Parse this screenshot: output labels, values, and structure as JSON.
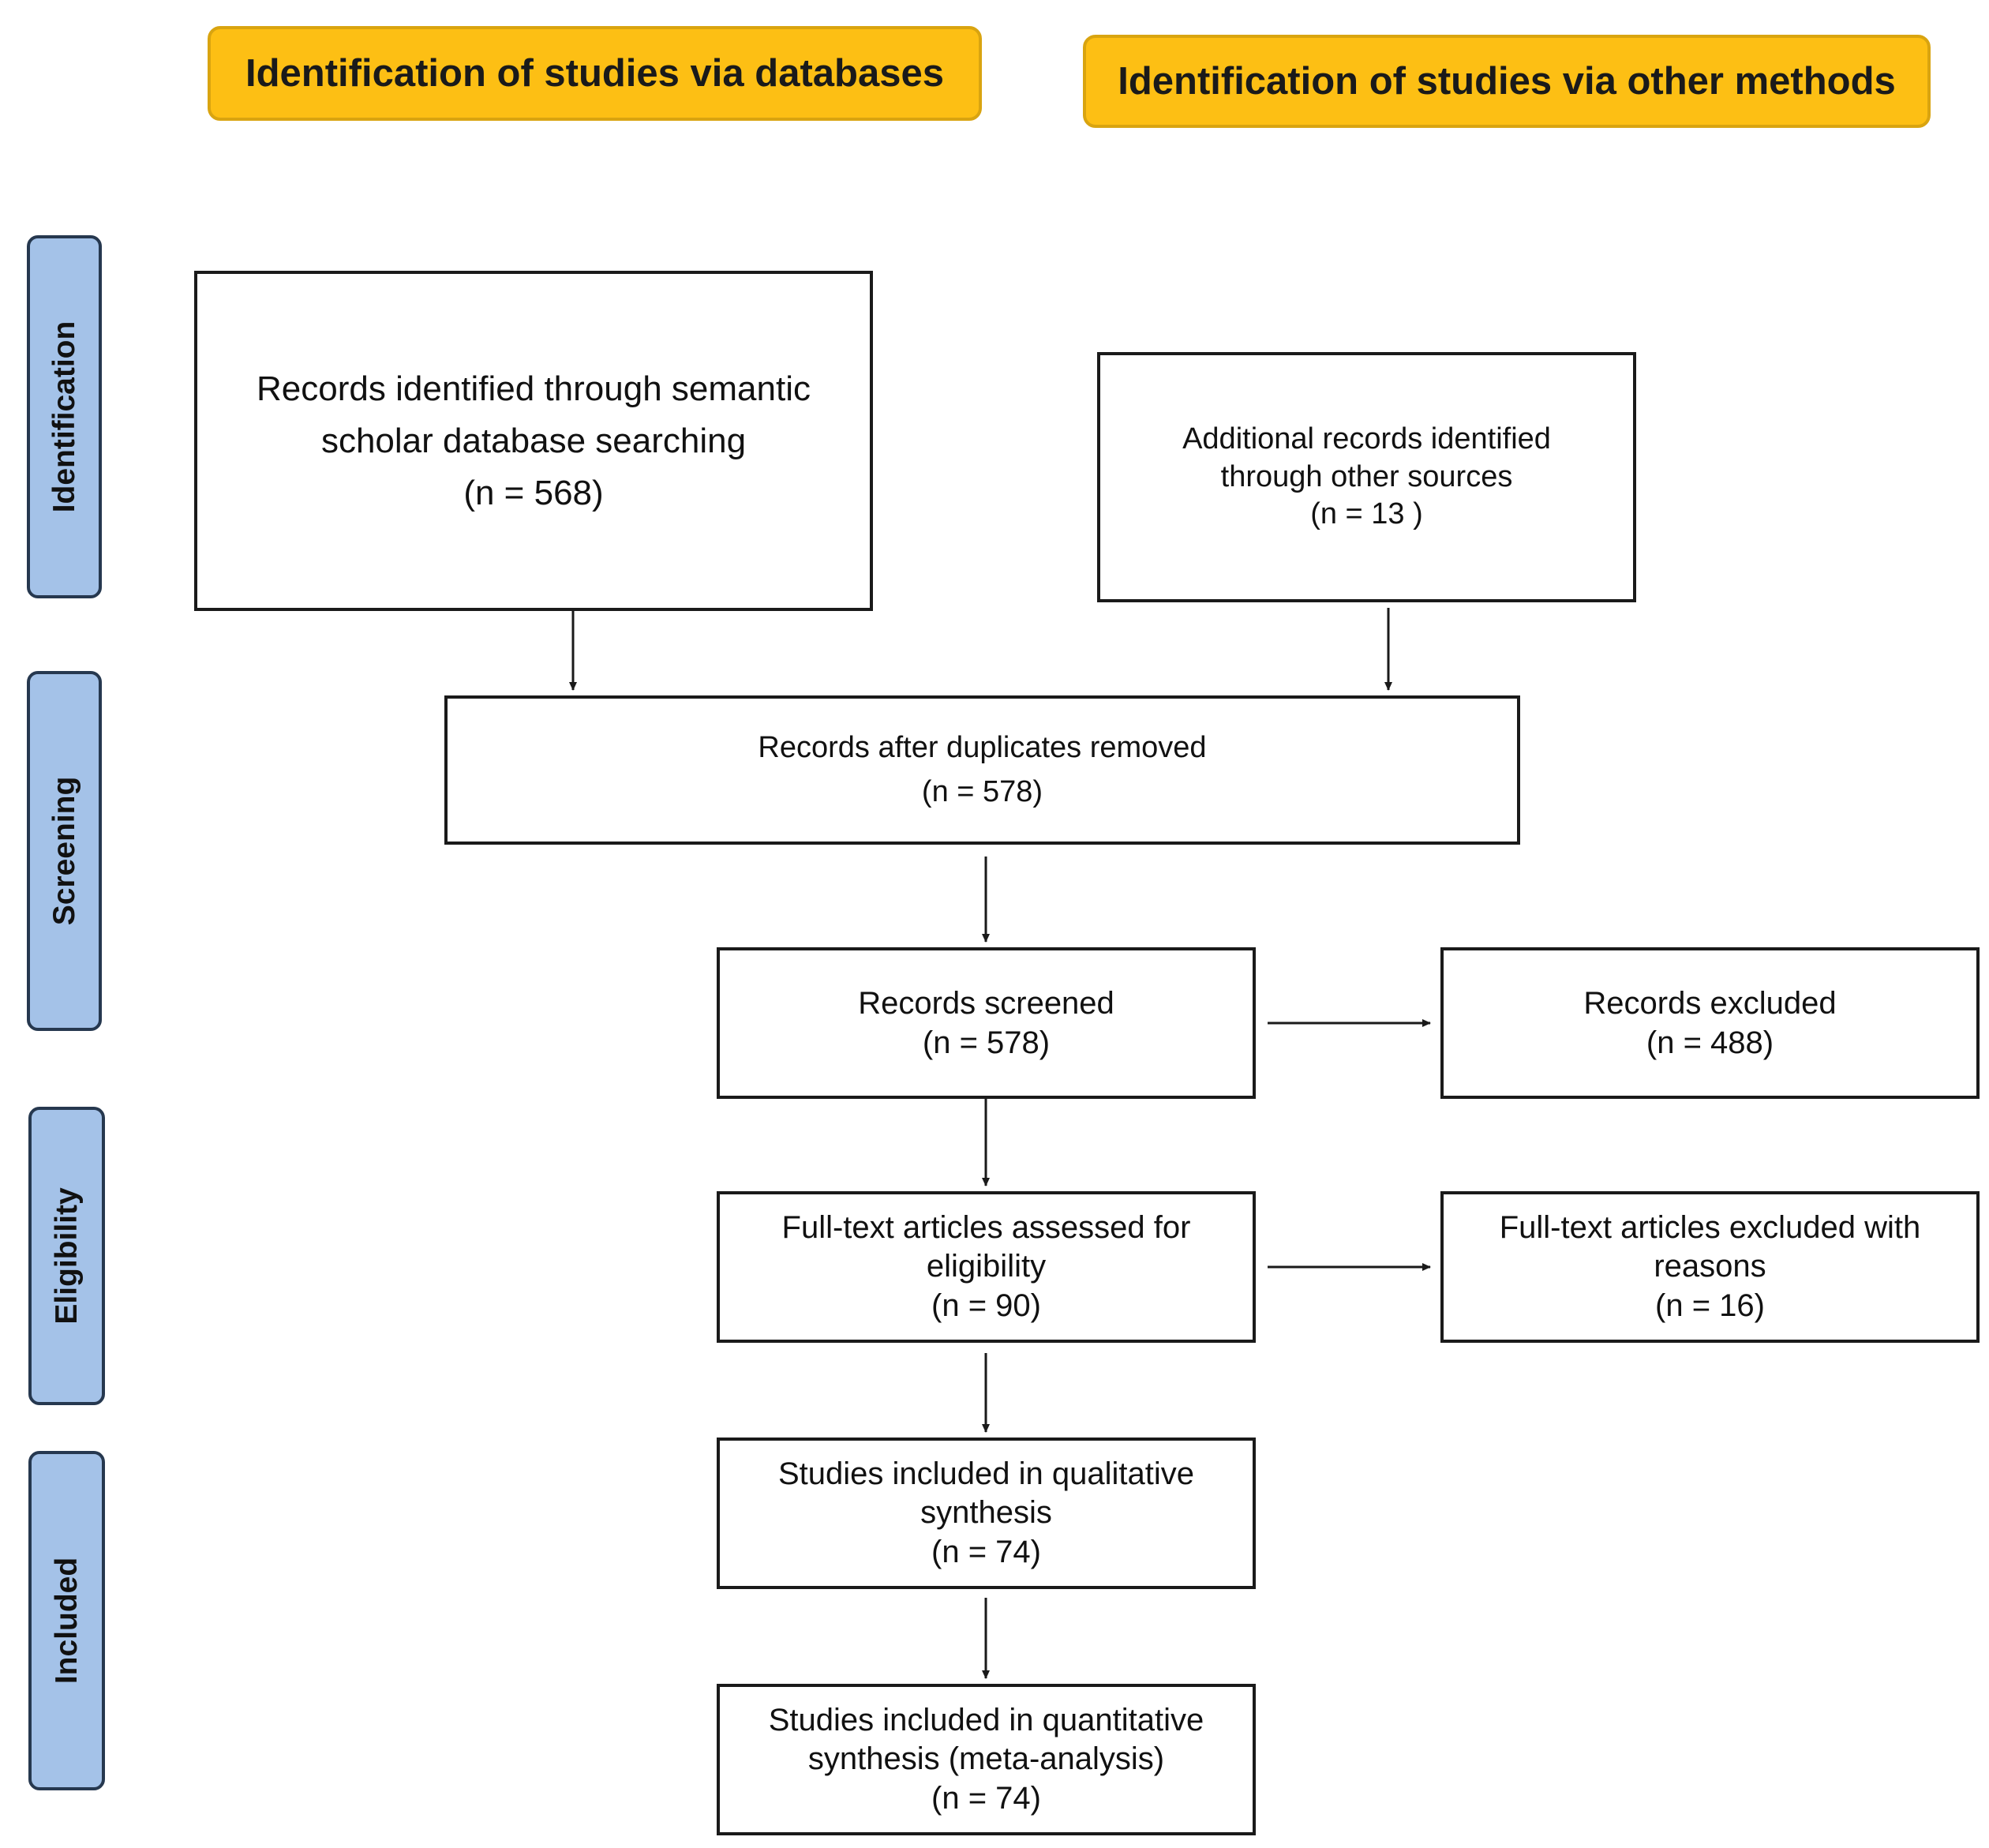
{
  "headers": {
    "databases": "Identification of studies via databases",
    "other_methods": "Identification of studies via other methods"
  },
  "stages": {
    "identification": "Identification",
    "screening": "Screening",
    "eligibility": "Eligibility",
    "included": "Included"
  },
  "boxes": {
    "database_records": {
      "text": "Records identified through semantic\nscholar database searching",
      "n": "(n = 568)"
    },
    "other_records": {
      "text": "Additional records identified\nthrough other sources",
      "n": "(n = 13 )"
    },
    "after_duplicates": {
      "text": "Records after duplicates removed",
      "n": "(n = 578)"
    },
    "screened": {
      "text": "Records screened",
      "n": "(n = 578)"
    },
    "excluded": {
      "text": "Records excluded",
      "n": "(n = 488)"
    },
    "fulltext_assessed": {
      "text": "Full-text articles assessed for\neligibility",
      "n": "(n = 90)"
    },
    "fulltext_excluded": {
      "text": "Full-text articles excluded with\nreasons",
      "n": "(n = 16)"
    },
    "qualitative": {
      "text": "Studies included in qualitative\nsynthesis",
      "n": "(n = 74)"
    },
    "quantitative": {
      "text": "Studies included in quantitative\nsynthesis (meta-analysis)",
      "n": "(n = 74)"
    }
  },
  "colors": {
    "header_fill": "#FDBF14",
    "stage_fill": "#A4C2E8",
    "line": "#1a1a1a"
  }
}
